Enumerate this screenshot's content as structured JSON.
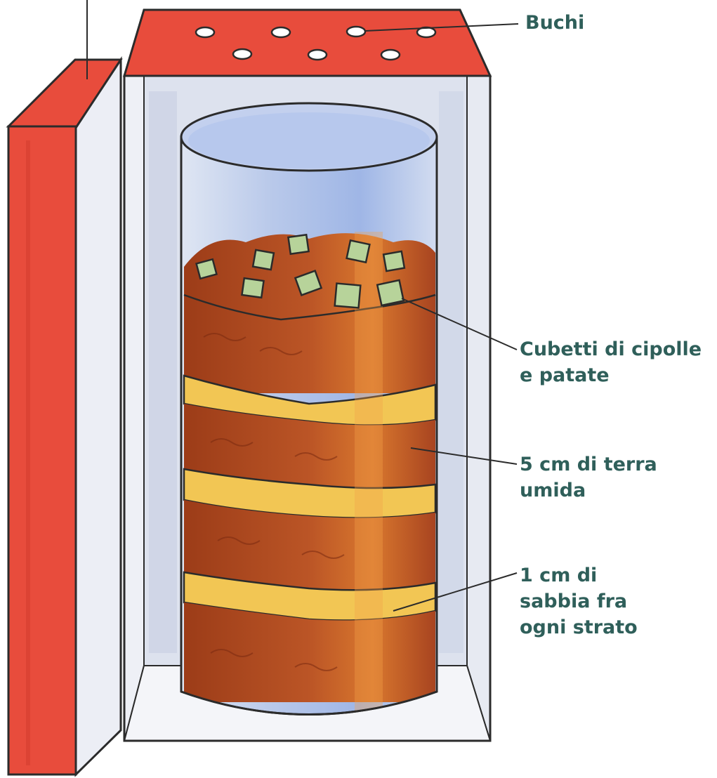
{
  "labels": {
    "holes": [
      "Buchi"
    ],
    "cubes": [
      "Cubetti di cipolle",
      "e patate"
    ],
    "soil": [
      "5 cm di terra",
      "umida"
    ],
    "sand": [
      "1 cm di",
      "sabbia fra",
      "ogni strato"
    ]
  },
  "colors": {
    "box_red": "#e8483a",
    "outline": "#2b2b2b",
    "soil": "#b24a22",
    "sand": "#f0c24a",
    "cube_green": "#a9c98c",
    "label_text": "#2f5f5a"
  }
}
